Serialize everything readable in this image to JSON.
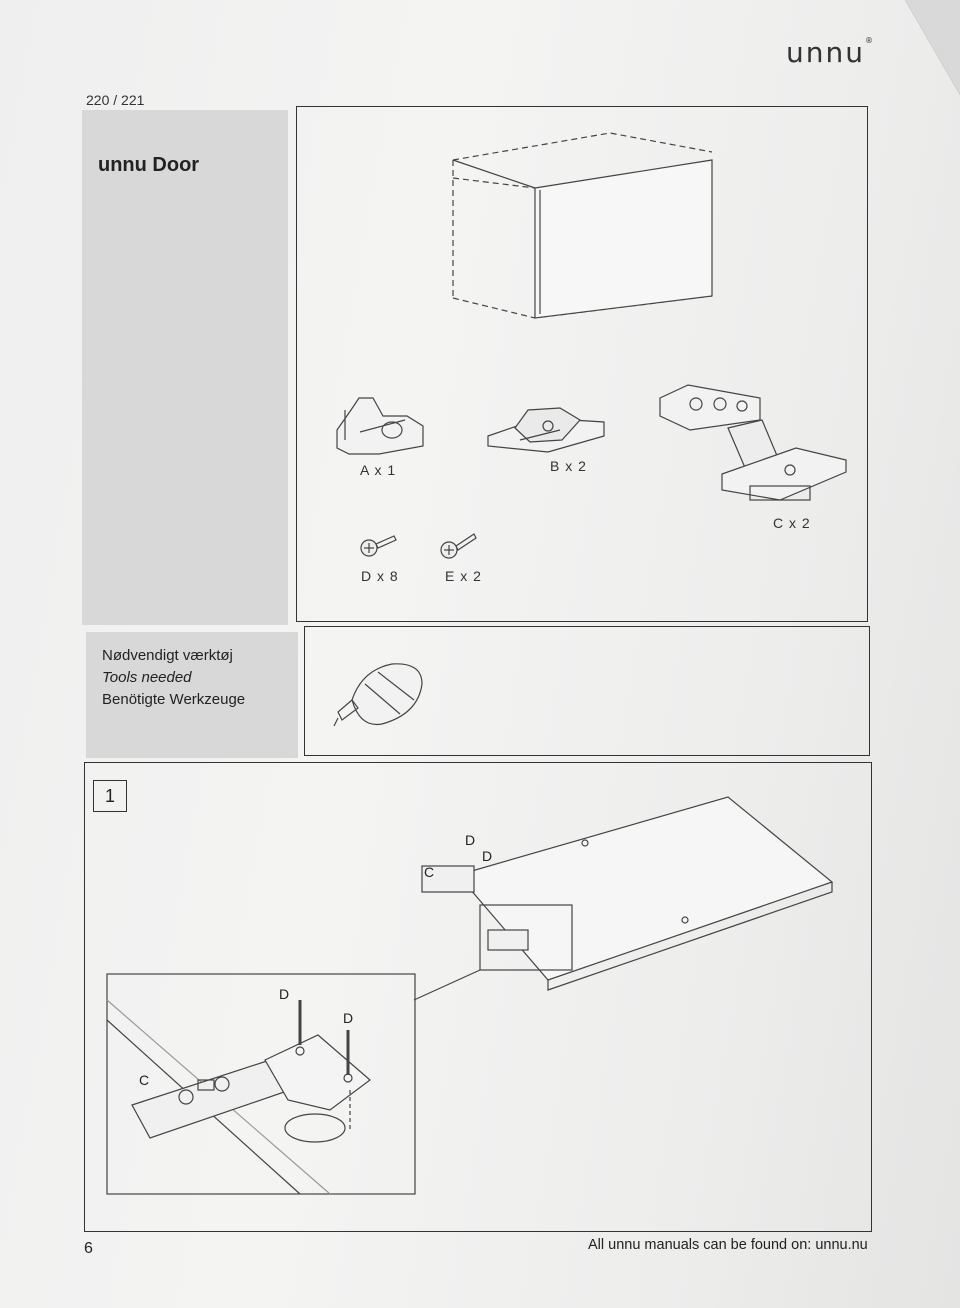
{
  "header": {
    "brand": "unnu",
    "page_range": "220 / 221",
    "title": "unnu Door"
  },
  "parts": {
    "a": "A x 1",
    "b": "B x 2",
    "c": "C x 2",
    "d": "D x 8",
    "e": "E x 2"
  },
  "tools": {
    "line1": "Nødvendigt værktøj",
    "line2": "Tools needed",
    "line3": "Benötigte Werkzeuge"
  },
  "step": {
    "number": "1",
    "callout_c": "C",
    "callout_d": "D",
    "callout_d2": "D",
    "zoom_c": "C",
    "zoom_d": "D",
    "zoom_d2": "D"
  },
  "footer": {
    "page_number": "6",
    "text": "All unnu manuals can be found on: unnu.nu"
  }
}
